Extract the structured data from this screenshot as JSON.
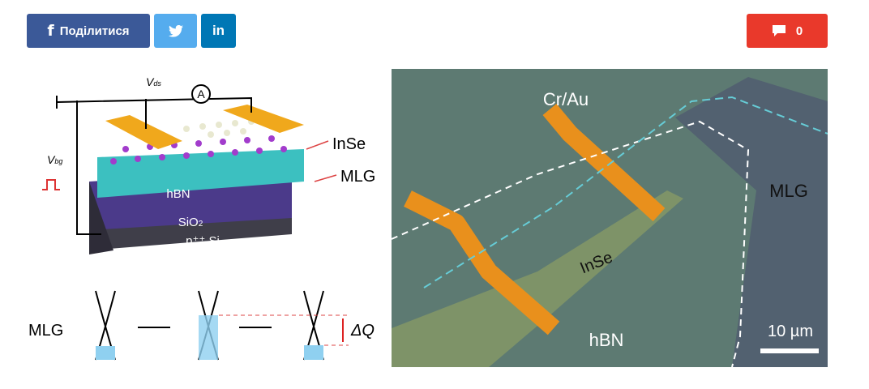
{
  "share": {
    "facebook_label": "Поділитися",
    "comments_count": "0"
  },
  "figure": {
    "schematic": {
      "vds": "V",
      "vds_sub": "ds",
      "ammeter": "A",
      "vbg": "V",
      "vbg_sub": "bg",
      "inse": "InSe",
      "mlg": "MLG",
      "hbn": "hBN",
      "sio2": "SiO",
      "sio2_sub": "2",
      "si": "p⁺⁺ Si",
      "band_label": "MLG",
      "delta_q": "ΔQ"
    },
    "micrograph": {
      "electrodes": "Cr/Au",
      "mlg": "MLG",
      "inse": "InSe",
      "hbn": "hBN",
      "scale": "10 µm"
    }
  },
  "colors": {
    "facebook": "#3b5998",
    "twitter": "#55acee",
    "linkedin": "#0077b5",
    "comments": "#e9392b"
  }
}
